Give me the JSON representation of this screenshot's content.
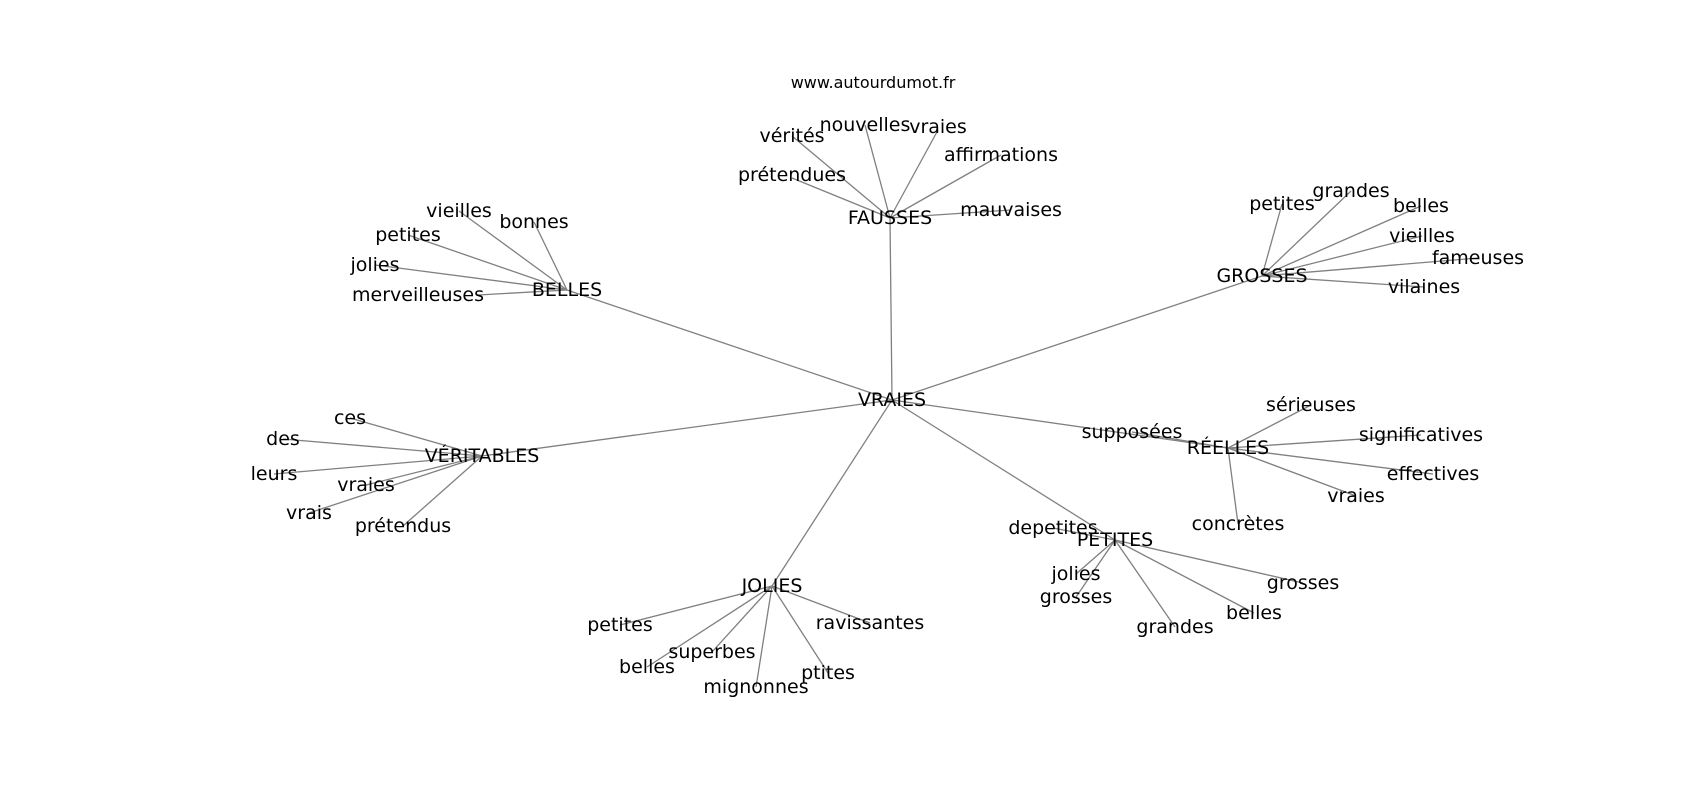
{
  "site": "www.autourdumot.fr",
  "center": "VRAIES",
  "clusters": [
    {
      "key": "fausses",
      "hub": "FAUSSES",
      "words": [
        "vérités",
        "nouvelles",
        "vraies",
        "affirmations",
        "prétendues",
        "mauvaises"
      ]
    },
    {
      "key": "belles",
      "hub": "BELLES",
      "words": [
        "vieilles",
        "bonnes",
        "petites",
        "jolies",
        "merveilleuses"
      ]
    },
    {
      "key": "grosses",
      "hub": "GROSSES",
      "words": [
        "petites",
        "grandes",
        "belles",
        "vieilles",
        "fameuses",
        "vilaines"
      ]
    },
    {
      "key": "veritables",
      "hub": "VÉRITABLES",
      "words": [
        "ces",
        "des",
        "leurs",
        "vraies",
        "vrais",
        "prétendus"
      ]
    },
    {
      "key": "reelles",
      "hub": "RÉELLES",
      "words": [
        "supposées",
        "sérieuses",
        "significatives",
        "effectives",
        "vraies",
        "concrètes"
      ]
    },
    {
      "key": "petites",
      "hub": "PETITES",
      "words": [
        "depetites",
        "jolies",
        "grosses",
        "grandes",
        "belles",
        "grosses"
      ]
    },
    {
      "key": "jolies",
      "hub": "JOLIES",
      "words": [
        "petites",
        "ravissantes",
        "superbes",
        "belles",
        "mignonnes",
        "ptites"
      ]
    }
  ]
}
